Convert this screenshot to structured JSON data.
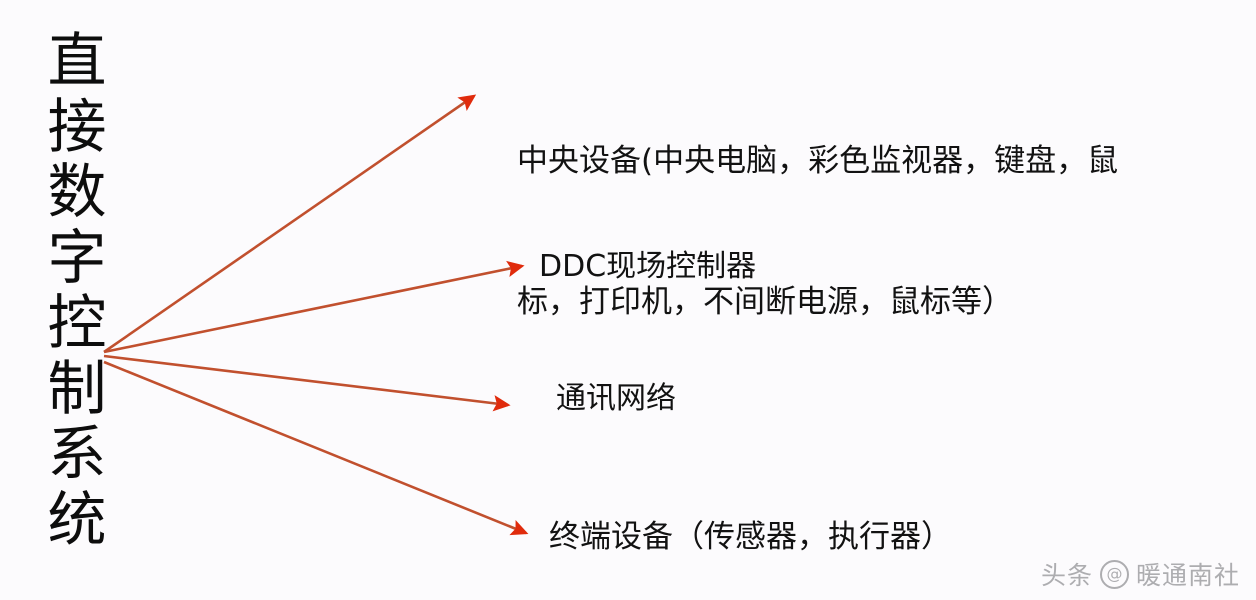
{
  "page": {
    "background_color": "#fcfbfd",
    "accent_color": "#c1502e",
    "arrowhead_color": "#e02b0c",
    "text_color": "#121212"
  },
  "title": {
    "full": "直接数字控制系统",
    "orientation": "vertical",
    "chars": [
      "直",
      "接",
      "数",
      "字",
      "控",
      "制",
      "系",
      "统"
    ]
  },
  "branches": [
    {
      "id": "central-equipment",
      "label": "中央设备(中央电脑，彩色监视器，键盘，鼠\n标，打印机，不间断电源，鼠标等）",
      "line1": "中央设备(中央电脑，彩色监视器，键盘，鼠",
      "line2": "标，打印机，不间断电源，鼠标等）"
    },
    {
      "id": "ddc-field-controller",
      "label": "DDC现场控制器"
    },
    {
      "id": "communication-network",
      "label": "通讯网络"
    },
    {
      "id": "terminal-equipment",
      "label": "终端设备（传感器，执行器）"
    }
  ],
  "watermark": {
    "brand": "头条",
    "at_symbol": "@",
    "account": "暖通南社"
  }
}
